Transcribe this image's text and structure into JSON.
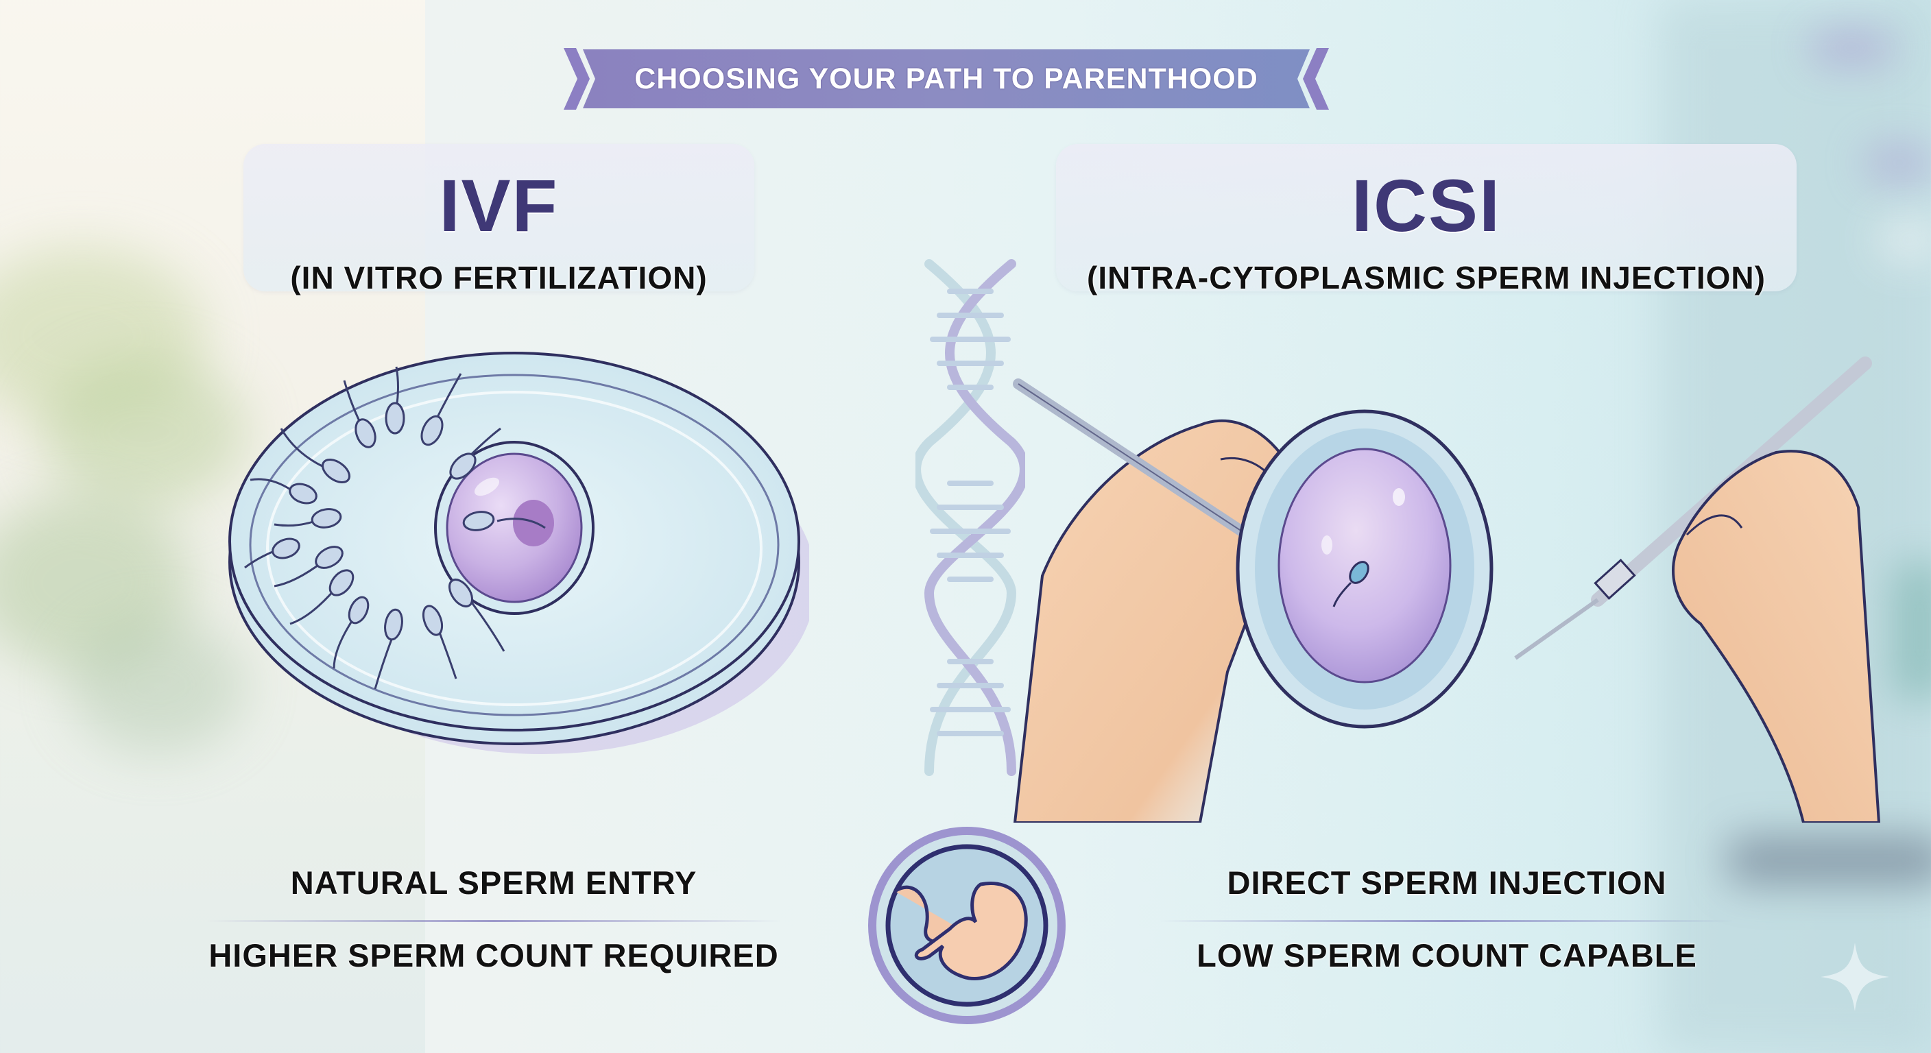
{
  "banner": {
    "title": "CHOOSING YOUR PATH TO PARENTHOOD",
    "color": "#8a86c0",
    "accent": "#8d7fc0"
  },
  "ivf": {
    "acronym": "IVF",
    "full_name": "(IN VITRO FERTILIZATION)",
    "illustration": "petri-dish-with-egg-and-sperm",
    "features": [
      "NATURAL SPERM ENTRY",
      "HIGHER SPERM COUNT REQUIRED"
    ]
  },
  "icsi": {
    "acronym": "ICSI",
    "full_name": "(INTRA-CYTOPLASMIC SPERM INJECTION)",
    "illustration": "hands-injecting-sperm-into-egg",
    "features": [
      "DIRECT SPERM INJECTION",
      "LOW SPERM COUNT CAPABLE"
    ]
  },
  "center": {
    "dna_icon": "dna-helix-icon",
    "fetus_icon": "fetus-icon"
  },
  "colors": {
    "title_purple": "#3f3876",
    "egg_purple": "#c7b3e6",
    "dish_blue": "#d4ebf2",
    "outline": "#2f2f5f",
    "skin": "#f6cfae"
  },
  "decor": {
    "corner_icon": "sparkle-icon"
  }
}
